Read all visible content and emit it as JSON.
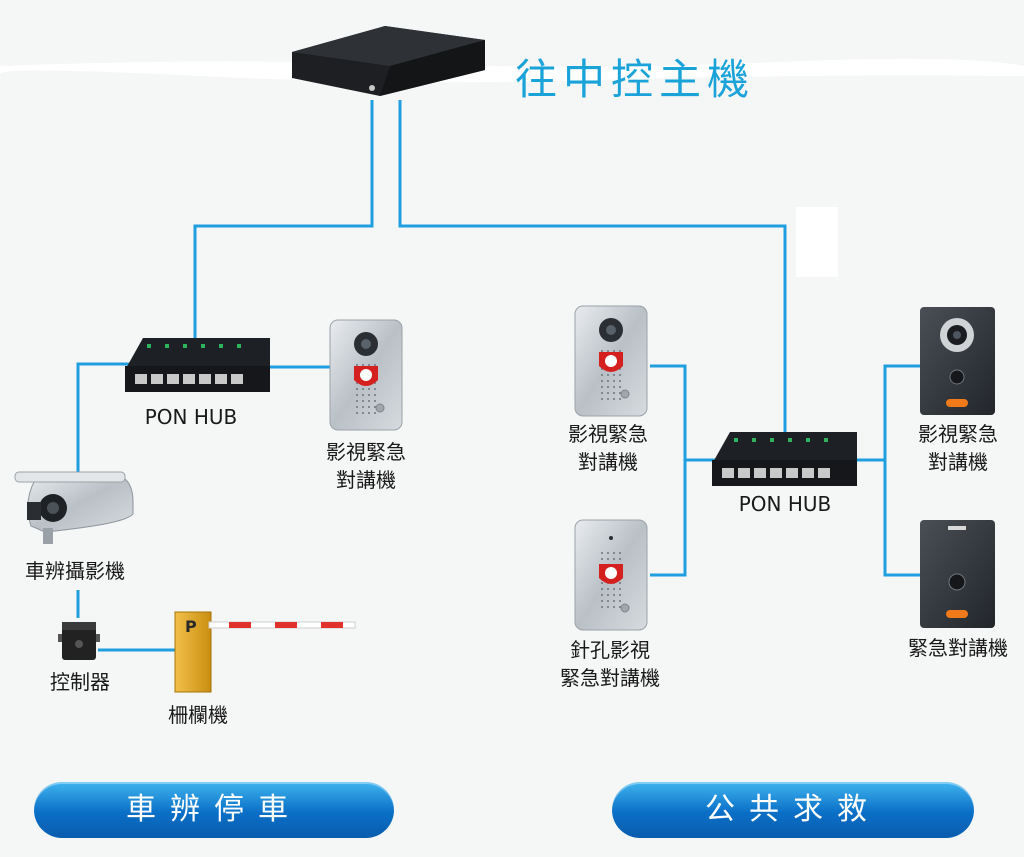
{
  "title": "往中控主機",
  "colors": {
    "line": "#1f9fe0",
    "title": "#1aa3d9",
    "pill_start": "#3fb4ee",
    "pill_end": "#0a5cae",
    "background": "#f5f6f6"
  },
  "devices": {
    "main_switch": {
      "icon": "network-switch-icon"
    },
    "hub_left": {
      "label": "PON HUB",
      "icon": "pon-hub-icon"
    },
    "hub_right": {
      "label": "PON HUB",
      "icon": "pon-hub-icon"
    },
    "intercom_left": {
      "label_1": "影視緊急",
      "label_2": "對講機",
      "icon": "video-emergency-intercom-icon"
    },
    "lpr_camera": {
      "label": "車辨攝影機",
      "icon": "bullet-camera-icon"
    },
    "controller": {
      "label": "控制器",
      "icon": "controller-icon"
    },
    "barrier_gate": {
      "label": "柵欄機",
      "sign": "P",
      "icon": "barrier-gate-icon"
    },
    "intercom_mid_top": {
      "label_1": "影視緊急",
      "label_2": "對講機",
      "icon": "video-emergency-intercom-icon"
    },
    "intercom_mid_bottom": {
      "label_1": "針孔影視",
      "label_2": "緊急對講機",
      "icon": "pinhole-intercom-icon"
    },
    "intercom_right_top": {
      "label_1": "影視緊急",
      "label_2": "對講機",
      "icon": "dark-video-intercom-icon"
    },
    "intercom_right_bottom": {
      "label": "緊急對講機",
      "icon": "dark-emergency-intercom-icon"
    }
  },
  "sections": {
    "left": "車辨停車",
    "right": "公共求救"
  }
}
